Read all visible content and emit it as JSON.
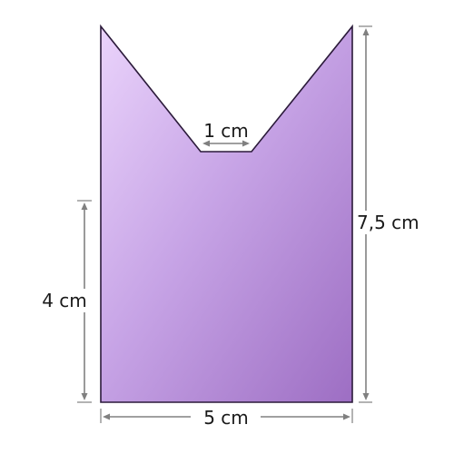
{
  "figure": {
    "shape_fill_light": "#ead3fb",
    "shape_fill_mid": "#c7a4e6",
    "shape_fill_dark": "#9d6ec3",
    "outline_color": "#2b1a3a",
    "dimension_color": "#808080"
  },
  "dimensions": {
    "notch_width": "1 cm",
    "right_height": "7,5 cm",
    "left_height": "4 cm",
    "bottom_width": "5 cm"
  }
}
